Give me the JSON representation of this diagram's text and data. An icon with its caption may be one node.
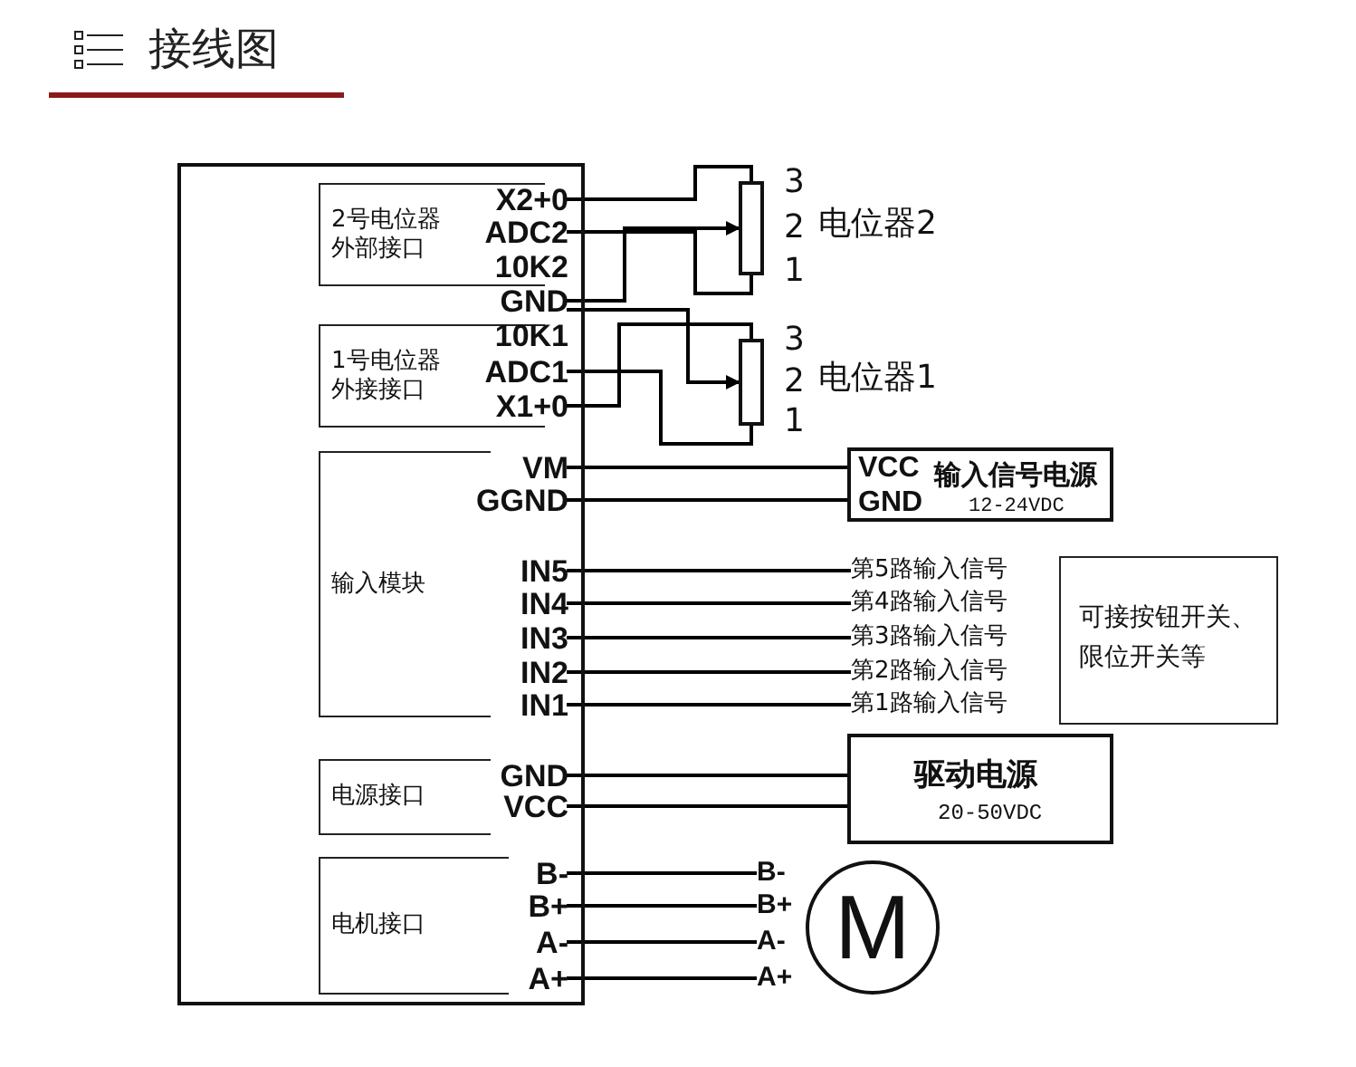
{
  "diagram": {
    "title": "接线图",
    "nodes": [
      {
        "text": [],
        "shape": "box"
      },
      {
        "text": [
          "2号电位器外部接口"
        ],
        "in": 0
      },
      {
        "text": [
          "1号电位器外接接口"
        ],
        "in": 0
      },
      {
        "text": [
          "输入模块"
        ],
        "in": 0
      },
      {
        "text": [
          "电源接口"
        ],
        "in": 0
      },
      {
        "text": [
          "电机接口"
        ],
        "in": 0
      },
      {
        "text": [
          "X2+0"
        ],
        "in": 0
      },
      {
        "text": [
          "ADC2"
        ],
        "in": 0
      },
      {
        "text": [
          "10K2"
        ],
        "in": 0
      },
      {
        "text": [
          "GND"
        ],
        "in": 0
      },
      {
        "text": [
          "10K1"
        ],
        "in": 0
      },
      {
        "text": [
          "ADC1"
        ],
        "in": 0
      },
      {
        "text": [
          "X1+0"
        ],
        "in": 0
      },
      {
        "text": [
          "VM"
        ],
        "in": 0
      },
      {
        "text": [
          "GGND"
        ],
        "in": 0
      },
      {
        "text": [
          "IN5"
        ],
        "in": 0
      },
      {
        "text": [
          "IN4"
        ],
        "in": 0
      },
      {
        "text": [
          "IN3"
        ],
        "in": 0
      },
      {
        "text": [
          "IN2"
        ],
        "in": 0
      },
      {
        "text": [
          "IN1"
        ],
        "in": 0
      },
      {
        "text": [
          "GND"
        ],
        "in": 0
      },
      {
        "text": [
          "VCC"
        ],
        "in": 0
      },
      {
        "text": [
          "B-"
        ],
        "in": 0
      },
      {
        "text": [
          "B+"
        ],
        "in": 0
      },
      {
        "text": [
          "A-"
        ],
        "in": 0
      },
      {
        "text": [
          "A+"
        ],
        "in": 0
      },
      {
        "text": [],
        "shape": "box",
        "beside": [
          "3",
          "2",
          "1",
          "电位器2"
        ]
      },
      {
        "text": [],
        "shape": "box",
        "beside": [
          "3",
          "2",
          "1",
          "电位器1"
        ]
      },
      {
        "text": [
          "VCC",
          "GND",
          "输入信号电源",
          "12-24VDC"
        ]
      },
      {
        "text": [
          "第5路输入信号"
        ]
      },
      {
        "text": [
          "第4路输入信号"
        ]
      },
      {
        "text": [
          "第3路输入信号"
        ]
      },
      {
        "text": [
          "第2路输入信号"
        ]
      },
      {
        "text": [
          "第1路输入信号"
        ]
      },
      {
        "text": [
          "可接按钮开关、限位开关等"
        ]
      },
      {
        "text": [
          "驱动电源",
          "20-50VDC"
        ]
      },
      {
        "text": [
          "B-"
        ]
      },
      {
        "text": [
          "B+"
        ]
      },
      {
        "text": [
          "A-"
        ]
      },
      {
        "text": [
          "A+"
        ]
      },
      {
        "text": [
          "M"
        ]
      }
    ],
    "edges": [
      {
        "from": 6,
        "to": 26,
        "arrow": "none"
      },
      {
        "from": 9,
        "to": 26,
        "arrow": "to"
      },
      {
        "from": 7,
        "to": 26,
        "arrow": "none"
      },
      {
        "from": 9,
        "to": 27,
        "arrow": "to"
      },
      {
        "from": 12,
        "to": 27,
        "arrow": "none"
      },
      {
        "from": 11,
        "to": 27,
        "arrow": "none"
      },
      {
        "from": 13,
        "to": 28,
        "arrow": "none"
      },
      {
        "from": 14,
        "to": 28,
        "arrow": "none"
      },
      {
        "from": 15,
        "to": 29,
        "arrow": "none"
      },
      {
        "from": 16,
        "to": 30,
        "arrow": "none"
      },
      {
        "from": 17,
        "to": 31,
        "arrow": "none"
      },
      {
        "from": 18,
        "to": 32,
        "arrow": "none"
      },
      {
        "from": 19,
        "to": 33,
        "arrow": "none"
      },
      {
        "from": 20,
        "to": 35,
        "arrow": "none"
      },
      {
        "from": 21,
        "to": 35,
        "arrow": "none"
      },
      {
        "from": 22,
        "to": 36,
        "arrow": "none"
      },
      {
        "from": 23,
        "to": 37,
        "arrow": "none"
      },
      {
        "from": 24,
        "to": 38,
        "arrow": "none"
      },
      {
        "from": 25,
        "to": 39,
        "arrow": "none"
      }
    ]
  }
}
